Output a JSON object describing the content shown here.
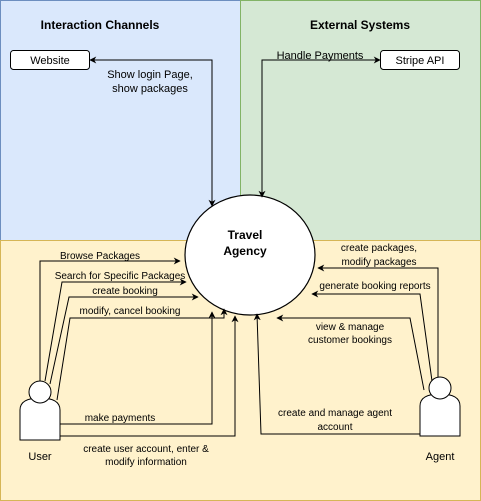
{
  "zones": {
    "interaction": {
      "title": "Interaction Channels",
      "fill": "#dae8fc",
      "stroke": "#6c8ebf"
    },
    "external": {
      "title": "External Systems",
      "fill": "#d5e8d4",
      "stroke": "#82b366"
    },
    "users": {
      "fill": "#fff2cc",
      "stroke": "#d6b656"
    }
  },
  "nodes": {
    "website": "Website",
    "stripe": "Stripe API",
    "agency_line1": "Travel",
    "agency_line2": "Agency",
    "user": "User",
    "agent": "Agent"
  },
  "edges": {
    "show_login": [
      "Show login Page,",
      "show packages"
    ],
    "handle_payments": "Handle Payments",
    "browse": "Browse Packages",
    "search": "Search for Specific Packages",
    "create_booking": "create booking",
    "modify_cancel": "modify, cancel booking",
    "make_payments": "make payments",
    "create_account": [
      "create user account, enter &",
      "modify information"
    ],
    "create_packages": [
      "create packages,",
      "modify packages"
    ],
    "reports": "generate booking reports",
    "view_manage": [
      "view & manage",
      "customer bookings"
    ],
    "agent_account": [
      "create and manage agent",
      "account"
    ]
  }
}
